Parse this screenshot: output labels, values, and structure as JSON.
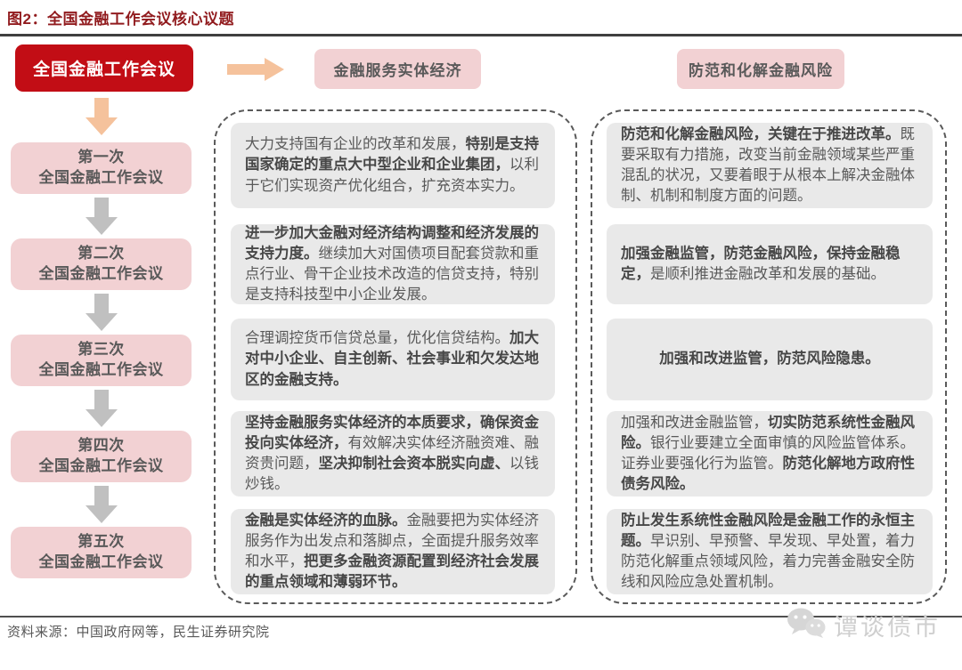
{
  "page": {
    "title": "图2：全国金融工作会议核心议题",
    "source": "资料来源：中国政府网等，民生证券研究院",
    "watermark": "谭谈债市"
  },
  "colors": {
    "red": "#C20D15",
    "title-red": "#911B1E",
    "pink": "#F2D1D3",
    "orange": "#F5C29C",
    "gray-arrow": "#C0C0C0",
    "box-bg": "#E9E9E9",
    "text": "#595959",
    "dash": "#5A5A5A",
    "rule-dark": "#3F3F3F",
    "rule-bottom": "#4F4F4F",
    "watermark": "#CFCFCF"
  },
  "flow": {
    "root": "全国金融工作会议",
    "meetings": [
      {
        "label": "第一次\n全国金融工作会议"
      },
      {
        "label": "第二次\n全国金融工作会议"
      },
      {
        "label": "第三次\n全国金融工作会议"
      },
      {
        "label": "第四次\n全国金融工作会议"
      },
      {
        "label": "第五次\n全国金融工作会议"
      }
    ]
  },
  "columns": [
    {
      "header": "金融服务实体经济",
      "boxes": [
        {
          "segments": [
            {
              "t": "大力支持国有企业的改革和发展，",
              "b": false
            },
            {
              "t": "特别是支持国家确定的重点大中型企业和企业集团，",
              "b": true
            },
            {
              "t": "以利于它们实现资产优化组合，扩充资本实力。",
              "b": false
            }
          ]
        },
        {
          "segments": [
            {
              "t": "进一步加大金融对经济结构调整和经济发展的支持力度。",
              "b": true
            },
            {
              "t": "继续加大对国债项目配套贷款和重点行业、骨干企业技术改造的信贷支持，特别是支持科技型中小企业发展。",
              "b": false
            }
          ]
        },
        {
          "segments": [
            {
              "t": "合理调控货币信贷总量，优化信贷结构。",
              "b": false
            },
            {
              "t": "加大对中小企业、自主创新、社会事业和欠发达地区的金融支持。",
              "b": true
            }
          ]
        },
        {
          "segments": [
            {
              "t": "坚持金融服务实体经济的本质要求，确保资金投向实体经济，",
              "b": true
            },
            {
              "t": "有效解决实体经济融资难、融资贵问题，",
              "b": false
            },
            {
              "t": "坚决抑制社会资本脱实向虚、",
              "b": true
            },
            {
              "t": "以钱炒钱。",
              "b": false
            }
          ]
        },
        {
          "segments": [
            {
              "t": "金融是实体经济的血脉。",
              "b": true
            },
            {
              "t": "金融要把为实体经济服务作为出发点和落脚点，全面提升服务效率和水平，",
              "b": false
            },
            {
              "t": "把更多金融资源配置到经济社会发展的重点领域和薄弱环节。",
              "b": true
            }
          ]
        }
      ]
    },
    {
      "header": "防范和化解金融风险",
      "boxes": [
        {
          "segments": [
            {
              "t": "防范和化解金融风险，关键在于推进改革。",
              "b": true
            },
            {
              "t": "既要采取有力措施，改变当前金融领域某些严重混乱的状况，又要着眼于从根本上解决金融体制、机制和制度方面的问题。",
              "b": false
            }
          ]
        },
        {
          "segments": [
            {
              "t": "加强金融监管，防范金融风险，保持金融稳定，",
              "b": true
            },
            {
              "t": "是顺利推进金融改革和发展的基础。",
              "b": false
            }
          ]
        },
        {
          "segments": [
            {
              "t": "加强和改进监管，防范风险隐患。",
              "b": true
            }
          ]
        },
        {
          "segments": [
            {
              "t": "加强和改进金融监管，",
              "b": false
            },
            {
              "t": "切实防范系统性金融风险。",
              "b": true
            },
            {
              "t": "银行业要建立全面审慎的风险监管体系。证券业要强化行为监管。",
              "b": false
            },
            {
              "t": "防范化解地方政府性债务风险。",
              "b": true
            }
          ]
        },
        {
          "segments": [
            {
              "t": "防止发生系统性金融风险是金融工作的永恒主题。",
              "b": true
            },
            {
              "t": "早识别、早预警、早发现、早处置，着力防范化解重点领域风险，着力完善金融安全防线和风险应急处置机制。",
              "b": false
            }
          ]
        }
      ]
    }
  ]
}
